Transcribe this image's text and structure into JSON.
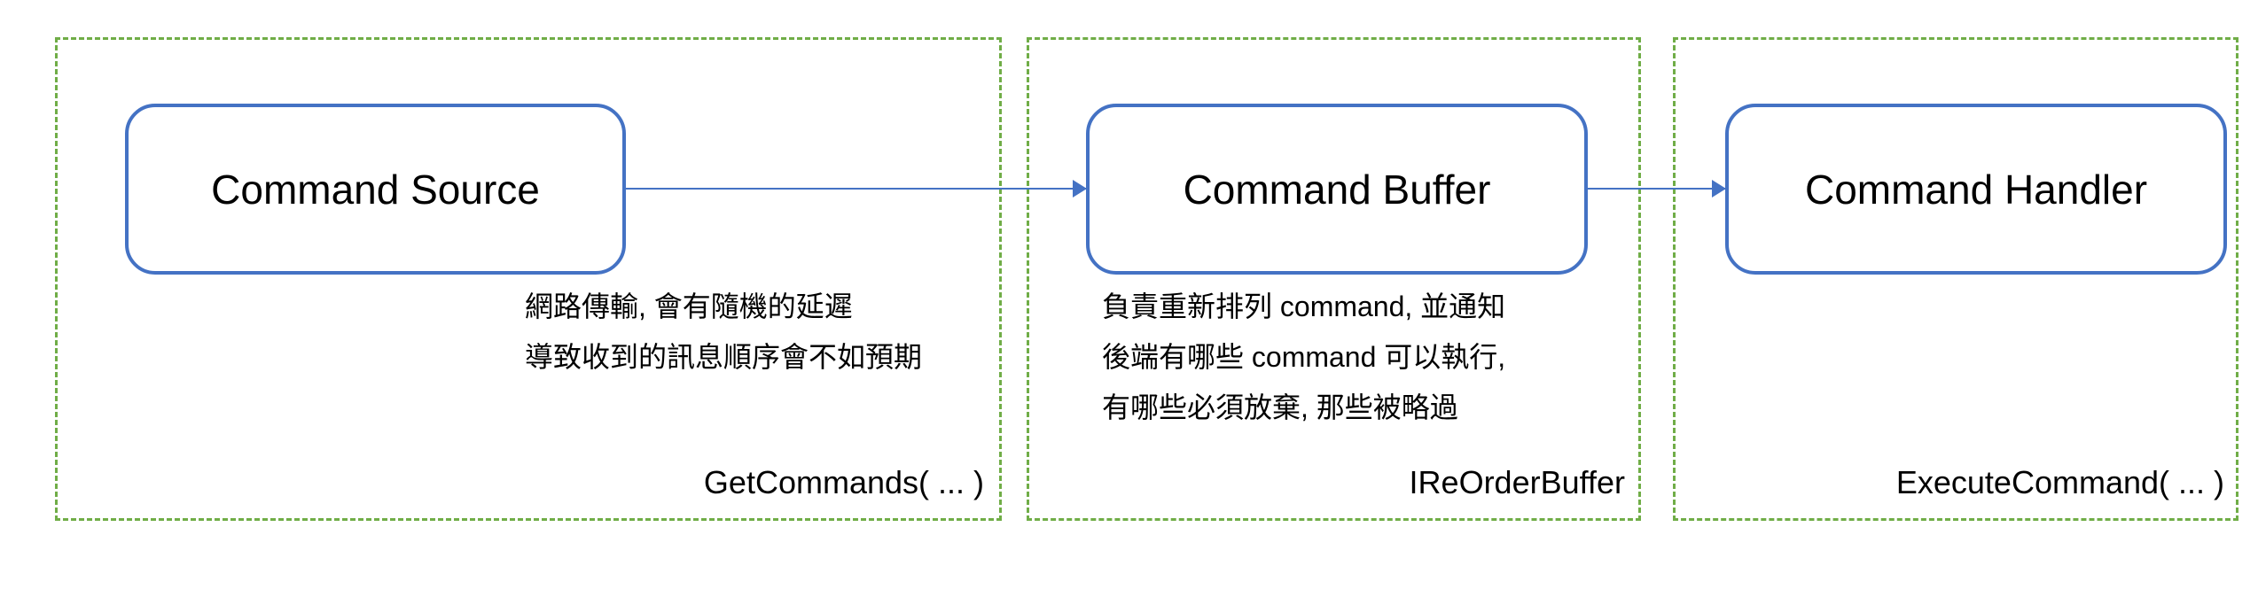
{
  "colors": {
    "group_border": "#70ad47",
    "node_border": "#4472c4",
    "arrow": "#4472c4"
  },
  "groups": [
    {
      "label": "GetCommands( ... )"
    },
    {
      "label": "IReOrderBuffer"
    },
    {
      "label": "ExecuteCommand( ... )"
    }
  ],
  "nodes": [
    {
      "label": "Command Source"
    },
    {
      "label": "Command Buffer"
    },
    {
      "label": "Command Handler"
    }
  ],
  "notes": {
    "source": [
      "網路傳輸, 會有隨機的延遲",
      "導致收到的訊息順序會不如預期"
    ],
    "buffer": [
      "負責重新排列 command, 並通知",
      "後端有哪些 command 可以執行,",
      "有哪些必須放棄, 那些被略過"
    ]
  }
}
